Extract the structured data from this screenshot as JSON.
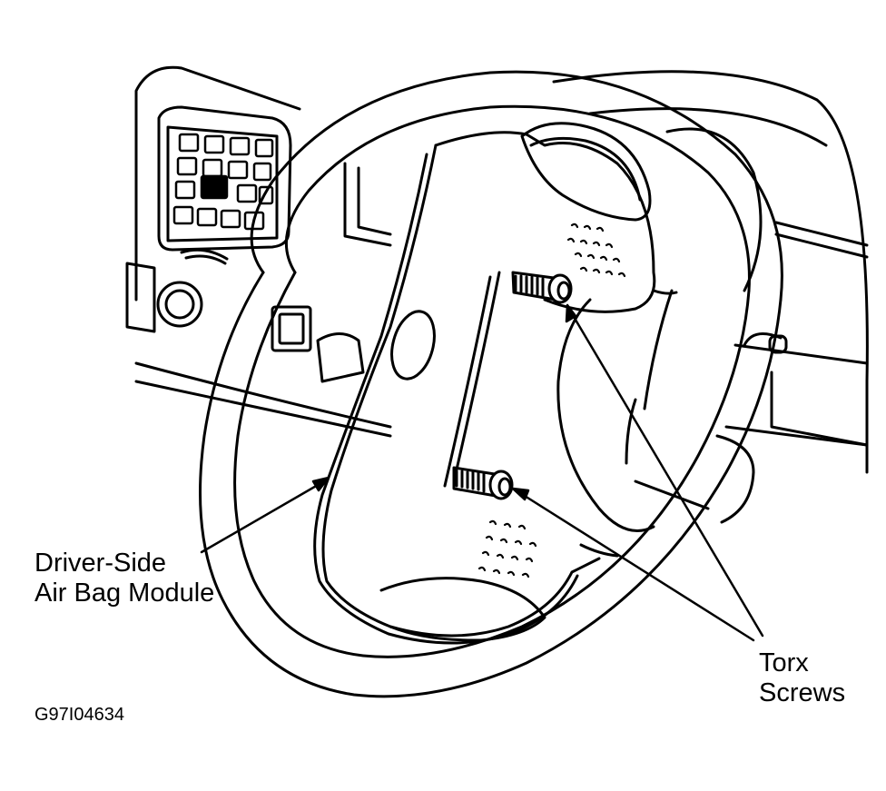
{
  "labels": {
    "airbag_line1": "Driver-Side",
    "airbag_line2": "Air Bag Module",
    "torx_line1": "Torx",
    "torx_line2": "Screws",
    "figure_code": "G97I04634"
  },
  "colors": {
    "ink": "#000000",
    "paper": "#ffffff"
  }
}
